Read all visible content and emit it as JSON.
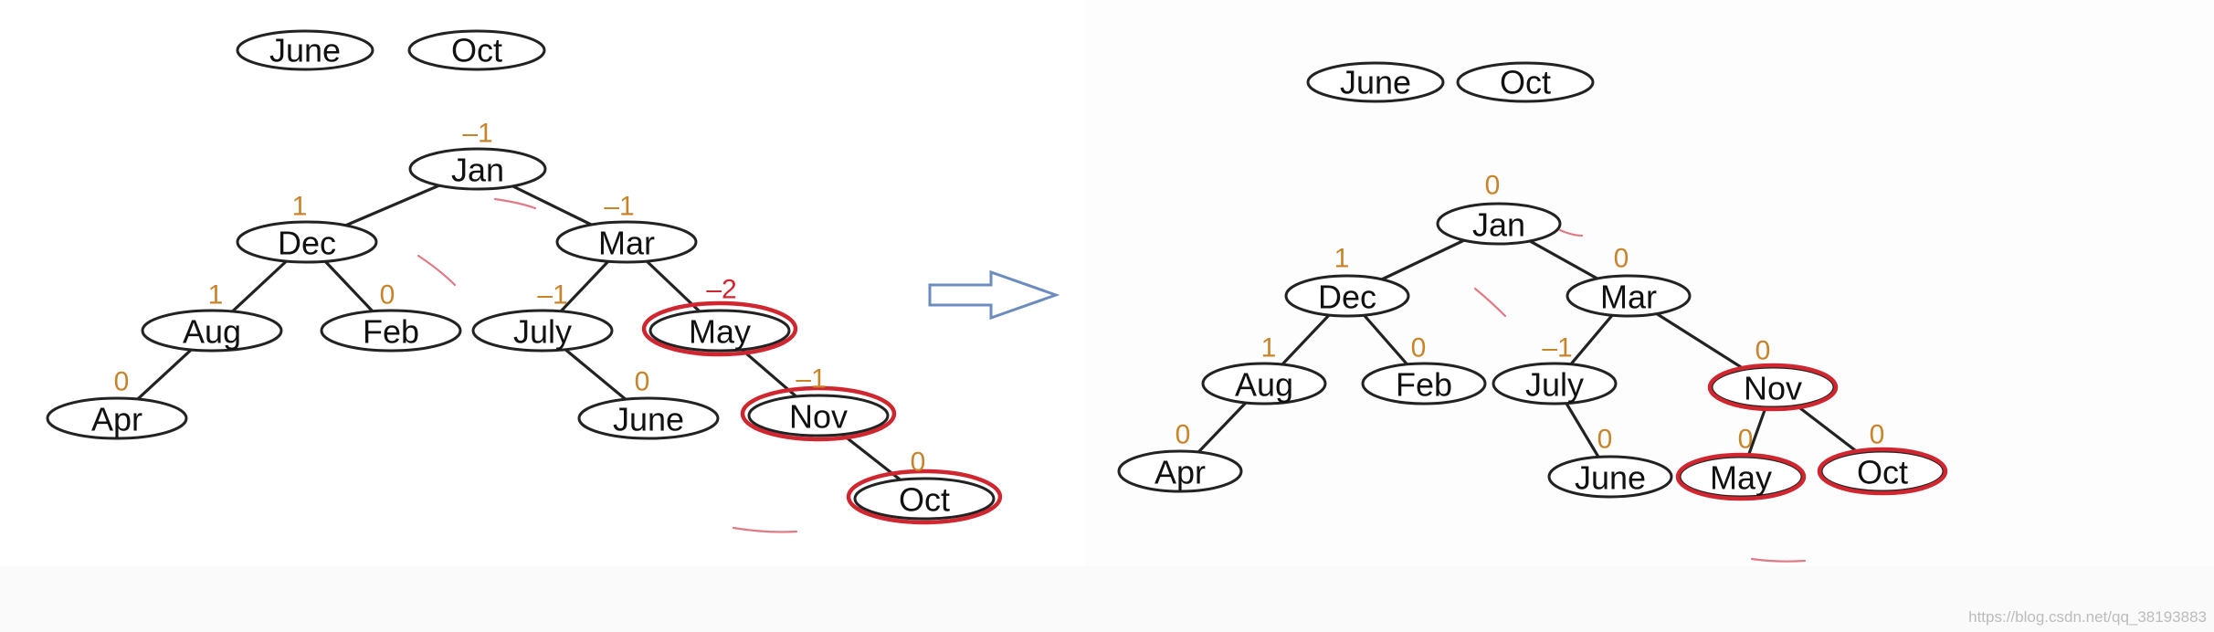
{
  "colors": {
    "balance_normal": "#c8842a",
    "balance_violation": "#d0262f",
    "highlight": "#d0262f",
    "arrow": "#6b8cbe"
  },
  "before": {
    "pending": [
      "June",
      "Oct"
    ],
    "nodes": [
      {
        "id": "jan",
        "label": "Jan",
        "balance": "–1",
        "highlight": false
      },
      {
        "id": "dec",
        "label": "Dec",
        "balance": "1",
        "highlight": false
      },
      {
        "id": "mar",
        "label": "Mar",
        "balance": "–1",
        "highlight": false
      },
      {
        "id": "aug",
        "label": "Aug",
        "balance": "1",
        "highlight": false
      },
      {
        "id": "feb",
        "label": "Feb",
        "balance": "0",
        "highlight": false
      },
      {
        "id": "july",
        "label": "July",
        "balance": "–1",
        "highlight": false
      },
      {
        "id": "may",
        "label": "May",
        "balance": "–2",
        "highlight": true,
        "violation": true
      },
      {
        "id": "apr",
        "label": "Apr",
        "balance": "0",
        "highlight": false
      },
      {
        "id": "june",
        "label": "June",
        "balance": "0",
        "highlight": false
      },
      {
        "id": "nov",
        "label": "Nov",
        "balance": "–1",
        "highlight": true
      },
      {
        "id": "oct",
        "label": "Oct",
        "balance": "0",
        "highlight": true
      }
    ],
    "edges": [
      [
        "jan",
        "dec"
      ],
      [
        "jan",
        "mar"
      ],
      [
        "dec",
        "aug"
      ],
      [
        "dec",
        "feb"
      ],
      [
        "aug",
        "apr"
      ],
      [
        "mar",
        "july"
      ],
      [
        "mar",
        "may"
      ],
      [
        "july",
        "june"
      ],
      [
        "may",
        "nov"
      ],
      [
        "nov",
        "oct"
      ]
    ]
  },
  "after": {
    "pending": [
      "June",
      "Oct"
    ],
    "nodes": [
      {
        "id": "jan",
        "label": "Jan",
        "balance": "0",
        "highlight": false
      },
      {
        "id": "dec",
        "label": "Dec",
        "balance": "1",
        "highlight": false
      },
      {
        "id": "mar",
        "label": "Mar",
        "balance": "0",
        "highlight": false
      },
      {
        "id": "aug",
        "label": "Aug",
        "balance": "1",
        "highlight": false
      },
      {
        "id": "feb",
        "label": "Feb",
        "balance": "0",
        "highlight": false
      },
      {
        "id": "july",
        "label": "July",
        "balance": "–1",
        "highlight": false
      },
      {
        "id": "nov",
        "label": "Nov",
        "balance": "0",
        "highlight": true
      },
      {
        "id": "apr",
        "label": "Apr",
        "balance": "0",
        "highlight": false
      },
      {
        "id": "june",
        "label": "June",
        "balance": "0",
        "highlight": false
      },
      {
        "id": "may",
        "label": "May",
        "balance": "0",
        "highlight": true
      },
      {
        "id": "oct",
        "label": "Oct",
        "balance": "0",
        "highlight": true
      }
    ],
    "edges": [
      [
        "jan",
        "dec"
      ],
      [
        "jan",
        "mar"
      ],
      [
        "dec",
        "aug"
      ],
      [
        "dec",
        "feb"
      ],
      [
        "aug",
        "apr"
      ],
      [
        "mar",
        "july"
      ],
      [
        "mar",
        "nov"
      ],
      [
        "july",
        "june"
      ],
      [
        "nov",
        "may"
      ],
      [
        "nov",
        "oct"
      ]
    ]
  },
  "arrow_icon": "right-arrow-icon",
  "watermark": "https://blog.csdn.net/qq_38193883"
}
